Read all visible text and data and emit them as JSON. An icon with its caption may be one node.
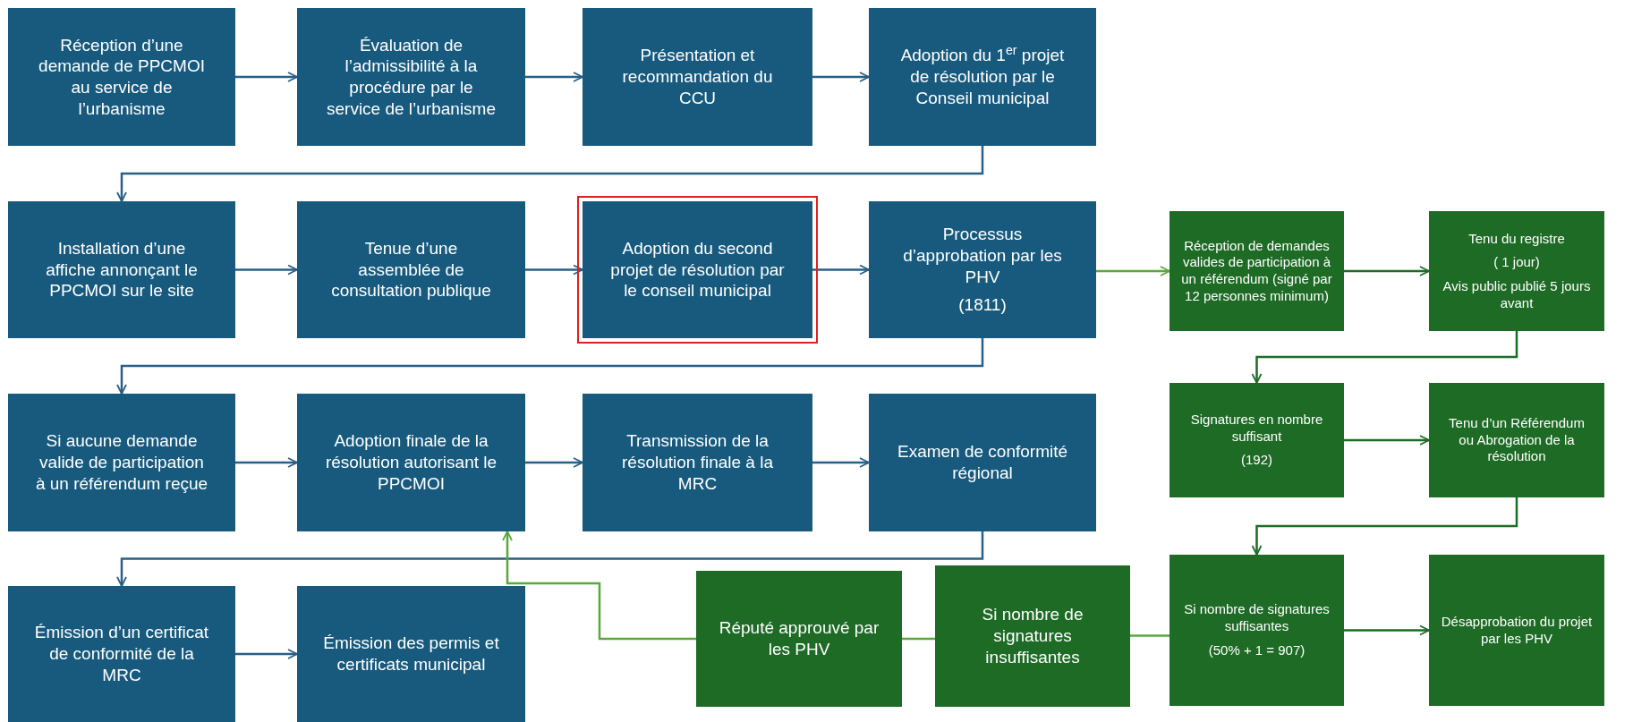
{
  "diagram": {
    "nodes": [
      {
        "text": [
          "Réception d’une demande de PPCMOI au service de l’urbanisme"
        ]
      },
      {
        "text": [
          "Évaluation de l’admissibilité à la procédure par le service de l’urbanisme"
        ]
      },
      {
        "text": [
          "Présentation et recommandation du CCU"
        ]
      },
      {
        "text": [
          "Adoption du 1$^{er}$ projet de résolution par le Conseil municipal"
        ]
      },
      {
        "text": [
          "Installation d’une affiche annonçant le PPCMOI sur le site"
        ]
      },
      {
        "text": [
          "Tenue d’une assemblée de consultation publique"
        ]
      },
      {
        "text": [
          "Adoption du second projet de résolution par le conseil municipal"
        ]
      },
      {
        "text": [
          "Processus d’approbation par les PHV",
          "(1811)"
        ]
      },
      {
        "text": [
          "Réception de demandes valides de participation à un référendum (signé par 12 personnes minimum)"
        ]
      },
      {
        "text": [
          "Tenu du registre",
          "( 1 jour)",
          "Avis public publié 5 jours avant"
        ]
      },
      {
        "text": [
          "Si aucune demande valide de participation à un référendum reçue"
        ]
      },
      {
        "text": [
          "Adoption finale de la résolution autorisant le PPCMOI"
        ]
      },
      {
        "text": [
          "Transmission de la résolution finale à la MRC"
        ]
      },
      {
        "text": [
          "Examen de conformité régional"
        ]
      },
      {
        "text": [
          "Signatures en nombre suffisant",
          "(192)"
        ]
      },
      {
        "text": [
          "Tenu d’un Référendum ou Abrogation de la résolution"
        ]
      },
      {
        "text": [
          "Émission d’un certificat de conformité de la MRC"
        ]
      },
      {
        "text": [
          "Émission des permis et certificats municipal"
        ]
      },
      {
        "text": [
          "Réputé approuvé par les PHV"
        ]
      },
      {
        "text": [
          "Si nombre de signatures insuffisantes"
        ]
      },
      {
        "text": [
          "Si nombre de signatures suffisantes",
          "(50% + 1 = 907)"
        ]
      },
      {
        "text": [
          "Désapprobation du projet par les PHV"
        ]
      }
    ],
    "edges": [
      {
        "from": 0,
        "to": 1,
        "arrow": "to"
      },
      {
        "from": 1,
        "to": 2,
        "arrow": "to"
      },
      {
        "from": 2,
        "to": 3,
        "arrow": "to"
      },
      {
        "from": 3,
        "to": 4,
        "arrow": "to"
      },
      {
        "from": 4,
        "to": 5,
        "arrow": "to"
      },
      {
        "from": 5,
        "to": 6,
        "arrow": "to"
      },
      {
        "from": 6,
        "to": 7,
        "arrow": "to"
      },
      {
        "from": 7,
        "to": 8,
        "arrow": "to",
        "color": "#5aa83c"
      },
      {
        "from": 8,
        "to": 9,
        "arrow": "to",
        "color": "#1e6b26"
      },
      {
        "from": 9,
        "to": 14,
        "arrow": "to",
        "color": "#1e6b26"
      },
      {
        "from": 14,
        "to": 15,
        "arrow": "to",
        "color": "#1e6b26"
      },
      {
        "from": 15,
        "to": 20,
        "arrow": "to",
        "color": "#1e6b26"
      },
      {
        "from": 20,
        "to": 21,
        "arrow": "to",
        "color": "#1e6b26"
      },
      {
        "from": 7,
        "to": 10,
        "arrow": "to"
      },
      {
        "from": 10,
        "to": 11,
        "arrow": "to"
      },
      {
        "from": 11,
        "to": 12,
        "arrow": "to"
      },
      {
        "from": 12,
        "to": 13,
        "arrow": "to"
      },
      {
        "from": 13,
        "to": 16,
        "arrow": "to"
      },
      {
        "from": 16,
        "to": 17,
        "arrow": "to"
      },
      {
        "from": 20,
        "to": 19,
        "arrow": "none",
        "color": "#5aa83c"
      },
      {
        "from": 19,
        "to": 18,
        "arrow": "none",
        "color": "#5aa83c"
      },
      {
        "from": 18,
        "to": 11,
        "arrow": "to",
        "color": "#5aa83c"
      }
    ]
  }
}
